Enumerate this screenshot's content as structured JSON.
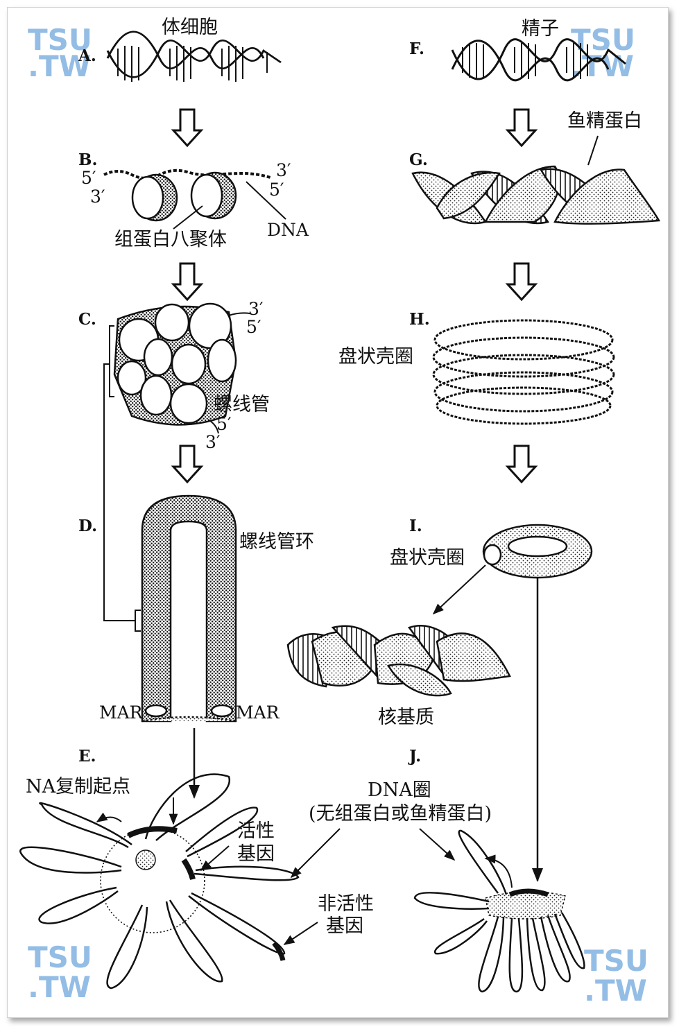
{
  "columns": {
    "left_title": "体细胞",
    "right_title": "精子"
  },
  "panels": {
    "A": "A.",
    "B": "B.",
    "C": "C.",
    "D": "D.",
    "E": "E.",
    "F": "F.",
    "G": "G.",
    "H": "H.",
    "I": "I.",
    "J": "J."
  },
  "ends": {
    "five": "5′",
    "three": "3′"
  },
  "labels": {
    "histone_octamer": "组蛋白八聚体",
    "dna": "DNA",
    "solenoid": "螺线管",
    "solenoid_loop": "螺线管环",
    "mar_left": "MAR",
    "mar_right": "MAR",
    "replication_origin": "NA复制起点",
    "active_gene_1": "活性",
    "active_gene_2": "基因",
    "inactive_gene_1": "非活性",
    "inactive_gene_2": "基因",
    "protamine": "鱼精蛋白",
    "toroid_h": "盘状壳圈",
    "toroid_i": "盘状壳圈",
    "nuclear_matrix": "核基质",
    "dna_loop": "DNA圈",
    "dna_loop_note": "(无组蛋白或鱼精蛋白)"
  },
  "watermarks": {
    "tsu": "TSU",
    "tw": ".TW"
  }
}
